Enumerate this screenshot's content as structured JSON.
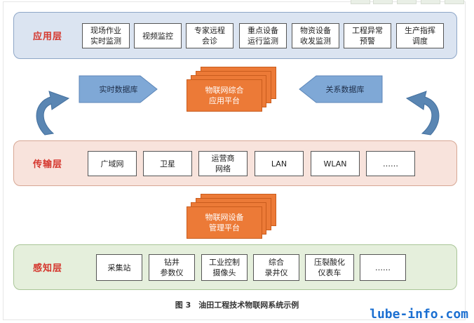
{
  "application_layer": {
    "label": "应用层",
    "items": [
      "现场作业\n实时监测",
      "视频监控",
      "专家远程\n会诊",
      "重点设备\n运行监测",
      "物资设备\n收发监测",
      "工程异常\n预警",
      "生产指挥\n调度"
    ]
  },
  "databases": {
    "realtime": "实时数据库",
    "relational": "关系数据库"
  },
  "iot_app_platform": "物联网综合\n应用平台",
  "transport_layer": {
    "label": "传输层",
    "items": [
      "广域网",
      "卫星",
      "运营商\n网络",
      "LAN",
      "WLAN",
      "……"
    ]
  },
  "iot_device_platform": "物联网设备\n管理平台",
  "perception_layer": {
    "label": "感知层",
    "items": [
      "采集站",
      "钻井\n参数仪",
      "工业控制\n摄像头",
      "综合\n录井仪",
      "压裂酸化\n仪表车",
      "……"
    ]
  },
  "caption": "图 3　油田工程技术物联网系统示例",
  "watermark": "lube-info.com",
  "colors": {
    "layer_label": "#d5372e",
    "app_bg": "#dbe4f1",
    "trans_bg": "#f8e3dc",
    "sense_bg": "#e5efdc",
    "platform": "#ec7a37",
    "db_arrow": "#7fa8d6",
    "curve_arrow": "#5a86b3",
    "watermark": "#1b6fd1"
  }
}
